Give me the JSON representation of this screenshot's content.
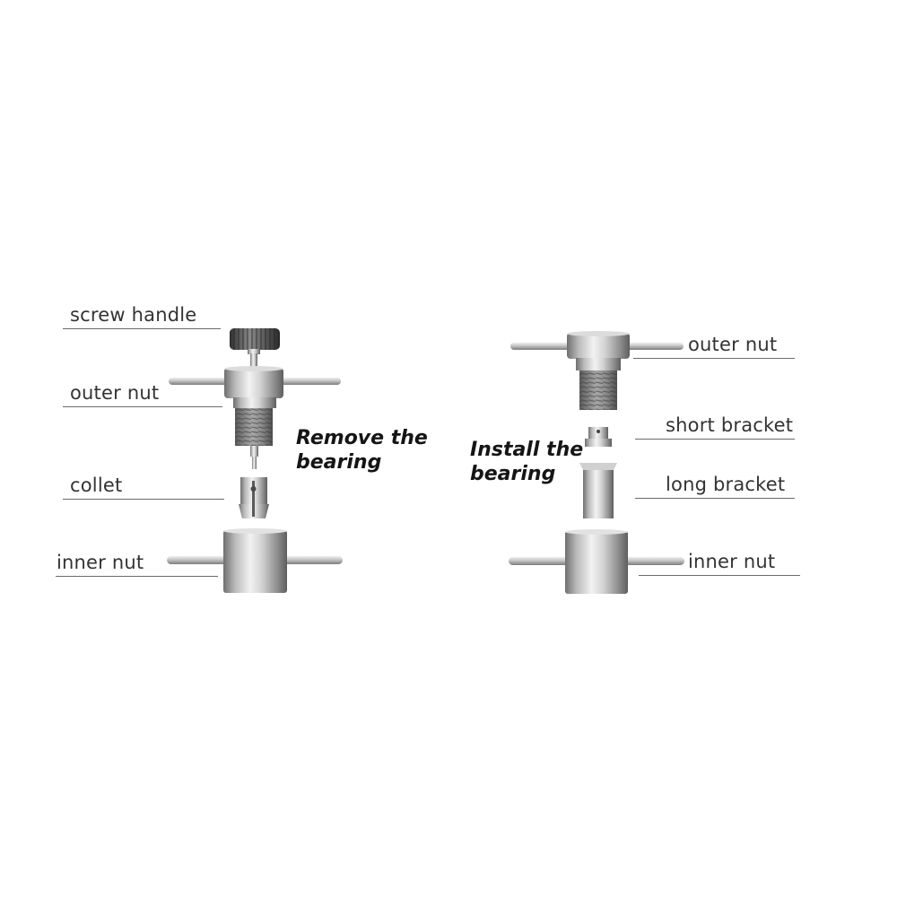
{
  "remove_panel": {
    "title_line1": "Remove the",
    "title_line2": "bearing",
    "labels": {
      "screw_handle": "screw handle",
      "outer_nut": "outer nut",
      "collet": "collet",
      "inner_nut": "inner nut"
    }
  },
  "install_panel": {
    "title_line1": "Install the",
    "title_line2": "bearing",
    "labels": {
      "outer_nut": "outer nut",
      "short_bracket": "short bracket",
      "long_bracket": "long bracket",
      "inner_nut": "inner nut"
    }
  },
  "colors": {
    "background": "#ffffff",
    "label_text": "#333333",
    "leader_line": "#6a6a6a",
    "steel_light": "#e8e8e8",
    "steel_dark": "#7a7a7a",
    "knurl_dark": "#3c3c3c"
  }
}
